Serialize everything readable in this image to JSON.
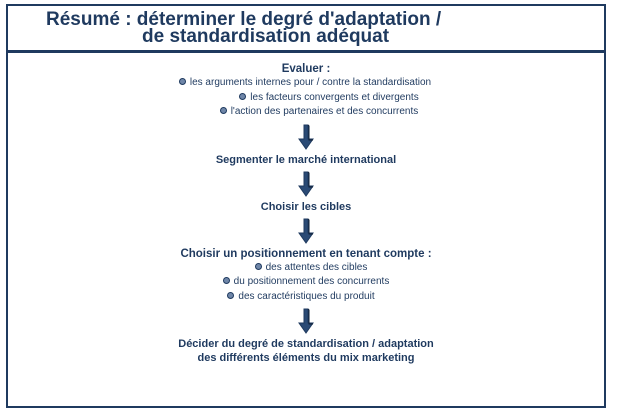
{
  "title": {
    "line1": "Résumé : déterminer le degré d'adaptation /",
    "line2": "de standardisation adéquat"
  },
  "evaluer": {
    "heading": "Evaluer :",
    "items": [
      "les arguments internes pour / contre la standardisation",
      "les facteurs convergents et divergents",
      "l'action des partenaires et des concurrents"
    ]
  },
  "steps": {
    "segmenter": "Segmenter le marché international",
    "cibles": "Choisir les cibles"
  },
  "positionnement": {
    "heading": "Choisir un positionnement en tenant compte  :",
    "items": [
      "des attentes des cibles",
      "du positionnement des concurrents",
      "des caractéristiques du produit"
    ]
  },
  "decider": {
    "line1": "Décider du degré de standardisation / adaptation",
    "line2": "des différents éléments du mix marketing"
  },
  "colors": {
    "primary": "#1f3a5f",
    "bullet": "#6f86a8"
  },
  "icons": [
    "down-arrow-icon",
    "bullet-dot-icon"
  ]
}
